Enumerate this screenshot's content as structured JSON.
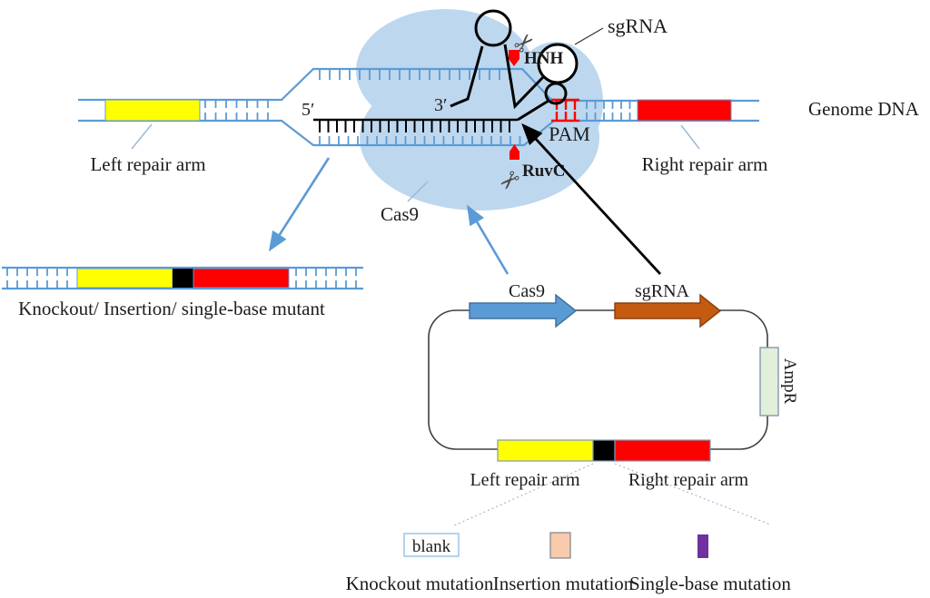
{
  "figure": {
    "type": "CRISPR-Cas9 genome editing schematic"
  },
  "genome": {
    "label": "Genome DNA",
    "left_repair_arm": "Left repair arm",
    "right_repair_arm": "Right repair arm",
    "five_prime": "5′",
    "three_prime": "3′",
    "pam": "PAM",
    "sgrna": "sgRNA",
    "cas9": "Cas9",
    "hnh": "HNH",
    "ruvc": "RuvC"
  },
  "mutant": {
    "caption": "Knockout/ Insertion/ single-base mutant"
  },
  "plasmid": {
    "cas9_gene": "Cas9",
    "sgrna_gene": "sgRNA",
    "ampr": "AmpR",
    "left_repair_arm": "Left repair arm",
    "right_repair_arm": "Right repair arm"
  },
  "legend": {
    "blank_label": "blank",
    "knockout": "Knockout mutation",
    "insertion": "Insertion mutation",
    "single_base": "Single-base mutation"
  },
  "icons": {
    "scissors": "✂"
  },
  "colors": {
    "dna_blue": "#5B9BD5",
    "cas9_blob": "#BDD7EE",
    "repair_yellow": "#FFFF00",
    "repair_red": "#FF0000",
    "insert_black": "#000000",
    "pam_red": "#FF0000",
    "domain_label_yellow": "#FFFF00",
    "cut_marker_red": "#FF0000",
    "cas9_arrow_fill": "#5B9BD5",
    "cas9_arrow_stroke": "#41719C",
    "sgrna_arrow_fill": "#C55A11",
    "sgrna_arrow_stroke": "#8A4010",
    "ampr_fill": "#E2EFDA",
    "ampr_stroke": "#8497B0",
    "plasmid_box_stroke": "#8497B0",
    "insertion_fill": "#F8CBAD",
    "single_base_fill": "#7030A0",
    "blank_box_stroke": "#9DC3E6"
  }
}
